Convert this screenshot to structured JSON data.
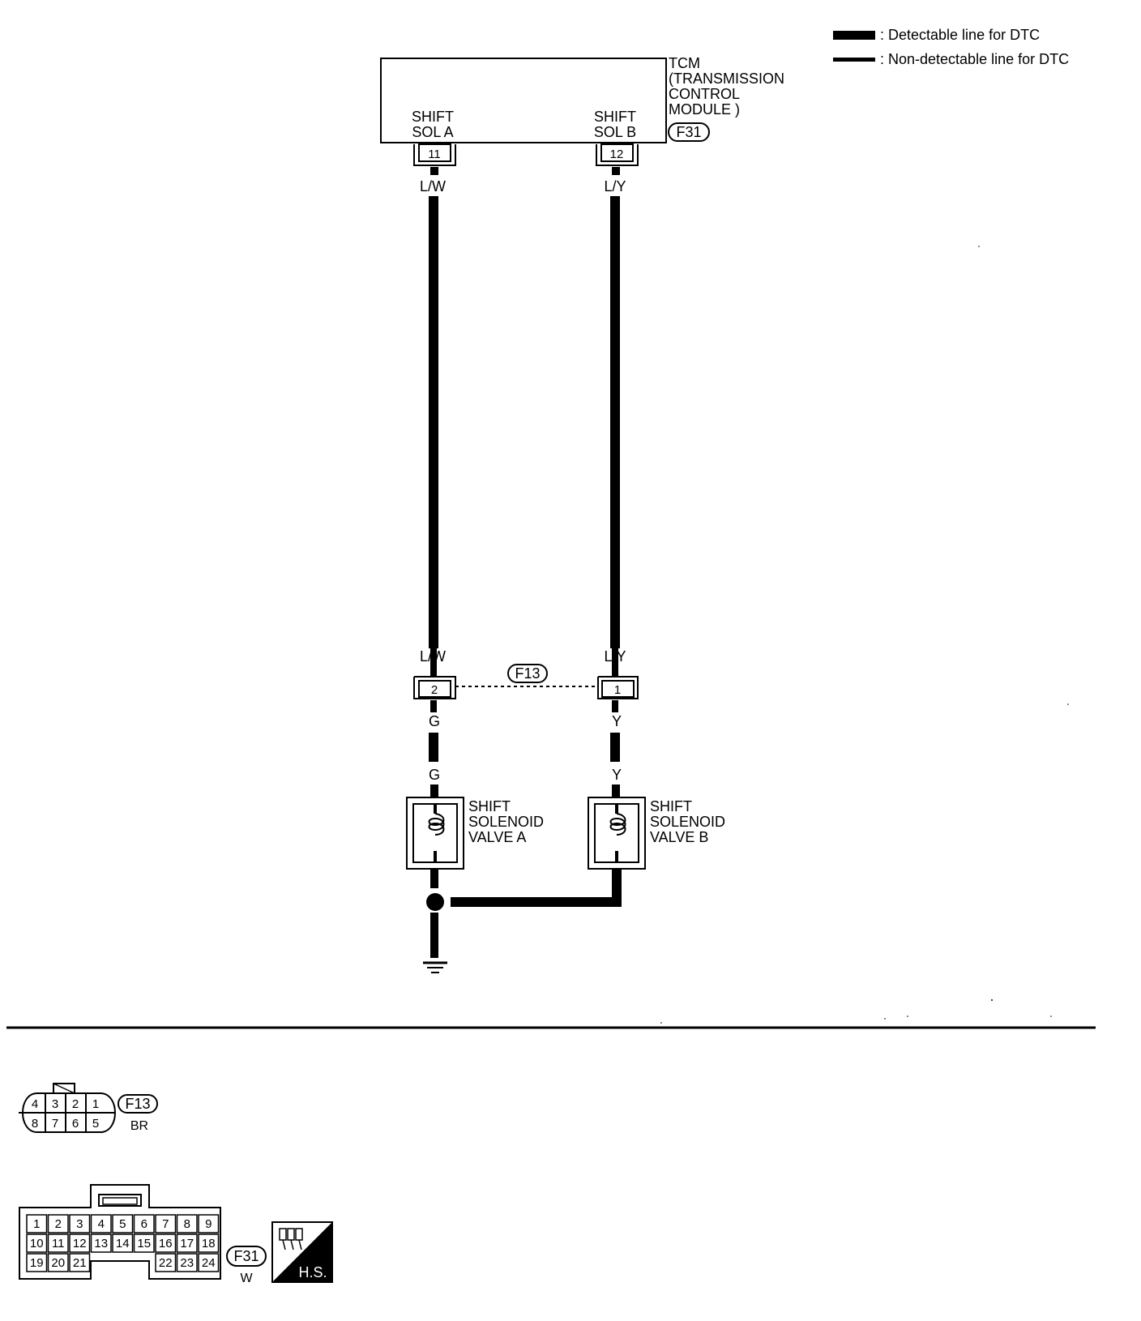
{
  "legend": {
    "detectable": ": Detectable line for DTC",
    "non_detectable": ": Non-detectable line for DTC"
  },
  "tcm": {
    "title_lines": [
      "TCM",
      "(TRANSMISSION",
      "CONTROL",
      "MODULE )"
    ],
    "connector": "F31",
    "terminal_a": {
      "label_lines": [
        "SHIFT",
        "SOL A"
      ],
      "pin": "11"
    },
    "terminal_b": {
      "label_lines": [
        "SHIFT",
        "SOL B"
      ],
      "pin": "12"
    }
  },
  "wires": {
    "a_top": "L/W",
    "b_top": "L/Y",
    "a_mid": "L/W",
    "b_mid": "L/Y",
    "a_low": "G",
    "b_low": "Y",
    "a_sol": "G",
    "b_sol": "Y"
  },
  "junction": {
    "connector": "F13",
    "pin_a": "2",
    "pin_b": "1"
  },
  "solenoid_a": {
    "label_lines": [
      "SHIFT",
      "SOLENOID",
      "VALVE A"
    ]
  },
  "solenoid_b": {
    "label_lines": [
      "SHIFT",
      "SOLENOID",
      "VALVE B"
    ]
  },
  "connector_f13": {
    "id": "F13",
    "color": "BR",
    "top_pins": [
      "4",
      "3",
      "2",
      "1"
    ],
    "bottom_pins": [
      "8",
      "7",
      "6",
      "5"
    ]
  },
  "connector_f31": {
    "id": "F31",
    "color": "W",
    "row1": [
      "1",
      "2",
      "3",
      "4",
      "5",
      "6",
      "7",
      "8",
      "9"
    ],
    "row2": [
      "10",
      "11",
      "12",
      "13",
      "14",
      "15",
      "16",
      "17",
      "18"
    ],
    "row3_left": [
      "19",
      "20",
      "21"
    ],
    "row3_right": [
      "22",
      "23",
      "24"
    ],
    "badge": "H.S."
  }
}
